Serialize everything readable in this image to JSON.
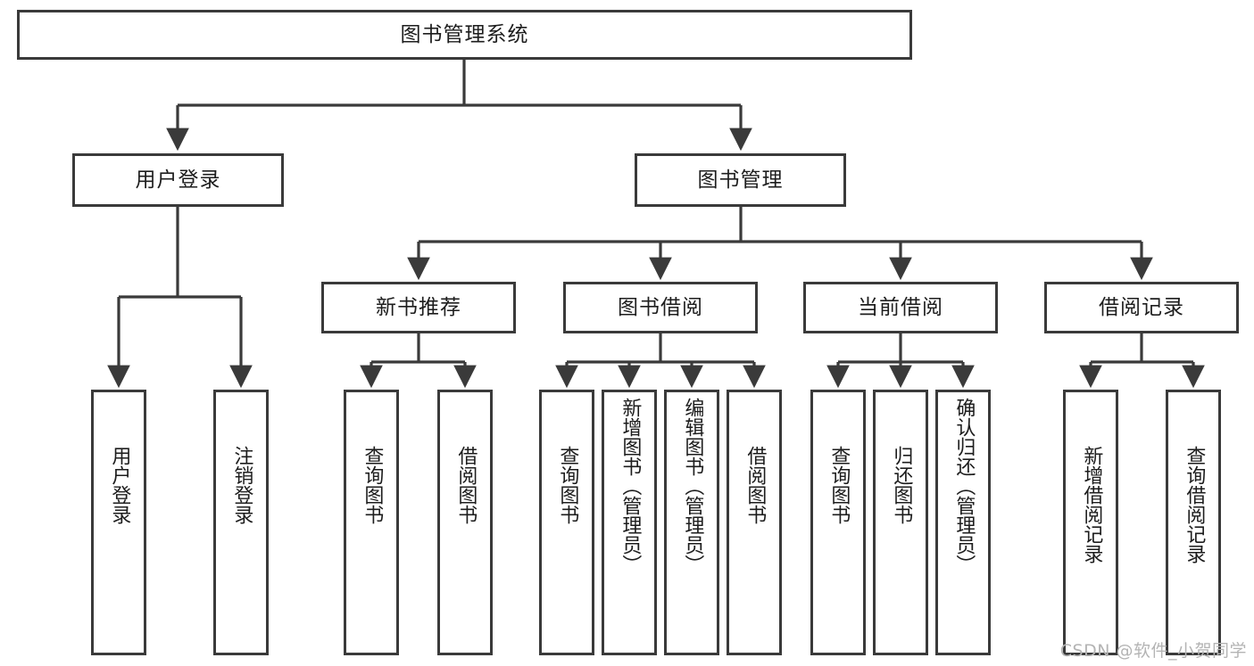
{
  "diagram": {
    "title": "图书管理系统",
    "style": {
      "stroke": "#3a3a3a",
      "fill": "#ffffff",
      "text": "#1d1d1d",
      "watermark_color": "#b4b4b4"
    },
    "root": {
      "label": "图书管理系统"
    },
    "level2": [
      {
        "id": "user-login",
        "label": "用户登录"
      },
      {
        "id": "book-manage",
        "label": "图书管理"
      }
    ],
    "level3": [
      {
        "id": "new-book-recommend",
        "label": "新书推荐"
      },
      {
        "id": "book-borrow",
        "label": "图书借阅"
      },
      {
        "id": "current-borrow",
        "label": "当前借阅"
      },
      {
        "id": "borrow-record",
        "label": "借阅记录"
      }
    ],
    "leaves": {
      "user_login": [
        {
          "id": "leaf-user-login",
          "label": "用户登录"
        },
        {
          "id": "leaf-logout-login",
          "label": "注销登录"
        }
      ],
      "new_book_recommend": [
        {
          "id": "leaf-query-book-1",
          "label": "查询图书"
        },
        {
          "id": "leaf-borrow-book-1",
          "label": "借阅图书"
        }
      ],
      "book_borrow": [
        {
          "id": "leaf-query-book-2",
          "label": "查询图书"
        },
        {
          "id": "leaf-add-book",
          "label": "新增图书（管理员）"
        },
        {
          "id": "leaf-edit-book",
          "label": "编辑图书（管理员）"
        },
        {
          "id": "leaf-borrow-book-2",
          "label": "借阅图书"
        }
      ],
      "current_borrow": [
        {
          "id": "leaf-query-book-3",
          "label": "查询图书"
        },
        {
          "id": "leaf-return-book",
          "label": "归还图书"
        },
        {
          "id": "leaf-confirm-return",
          "label": "确认归还（管理员）"
        }
      ],
      "borrow_record": [
        {
          "id": "leaf-add-record",
          "label": "新增借阅记录"
        },
        {
          "id": "leaf-query-record",
          "label": "查询借阅记录"
        }
      ]
    }
  },
  "watermark": {
    "text": "CSDN @软件_小贺同学"
  }
}
